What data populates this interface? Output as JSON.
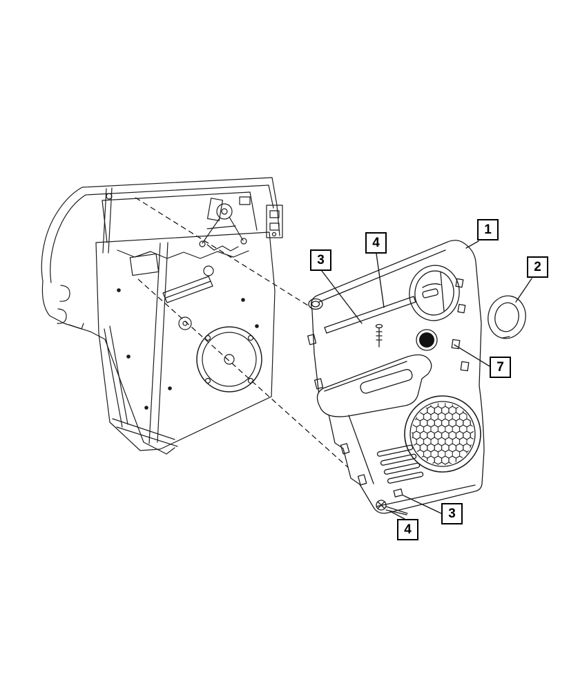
{
  "diagram": {
    "kind": "exploded-parts-line-drawing",
    "colors": {
      "background": "#ffffff",
      "line": "#1a1a1a",
      "callout_border": "#000000",
      "solid_fill": "#111111"
    }
  },
  "callouts": {
    "c1": {
      "label": "1"
    },
    "c2": {
      "label": "2"
    },
    "c3_top": {
      "label": "3"
    },
    "c4_top": {
      "label": "4"
    },
    "c7": {
      "label": "7"
    },
    "c3_bottom": {
      "label": "3"
    },
    "c4_bottom": {
      "label": "4"
    }
  }
}
